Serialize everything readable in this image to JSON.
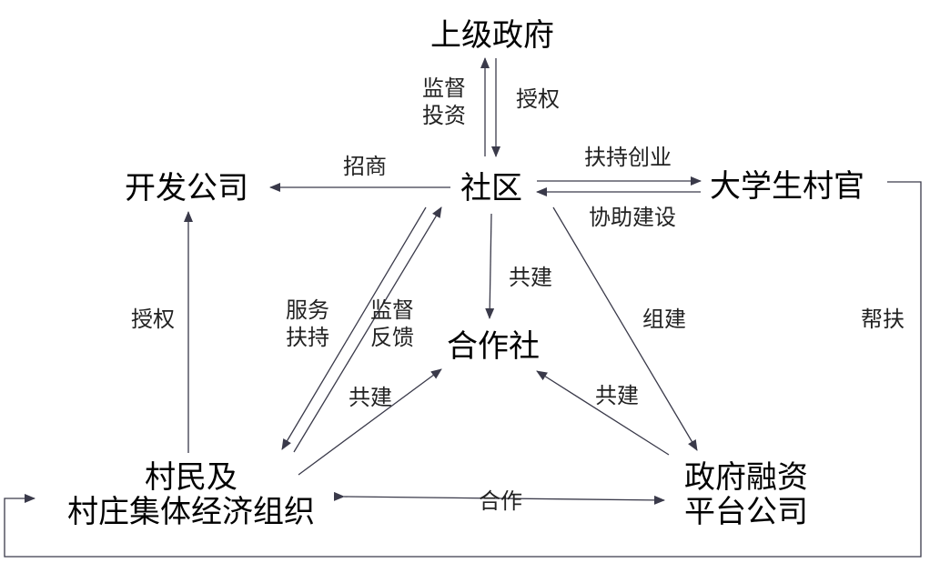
{
  "nodes": {
    "upper_gov": "上级政府",
    "community": "社区",
    "dev_company": "开发公司",
    "grad_official": "大学生村官",
    "cooperative": "合作社",
    "villagers_line1": "村民及",
    "villagers_line2": "村庄集体经济组织",
    "finance_line1": "政府融资",
    "finance_line2": "平台公司"
  },
  "edge_labels": {
    "supervise_invest_line1": "监督",
    "supervise_invest_line2": "投资",
    "authorize_top": "授权",
    "attract_business": "招商",
    "support_startup": "扶持创业",
    "assist_construction": "协助建设",
    "co_build_community": "共建",
    "authorize_left": "授权",
    "service_support_line1": "服务",
    "service_support_line2": "扶持",
    "supervise_feedback_line1": "监督",
    "supervise_feedback_line2": "反馈",
    "organize_build": "组建",
    "help_support": "帮扶",
    "co_build_villagers": "共建",
    "co_build_finance": "共建",
    "cooperate": "合作"
  },
  "colors": {
    "line": "#3a3a4a",
    "text": "#000000"
  }
}
